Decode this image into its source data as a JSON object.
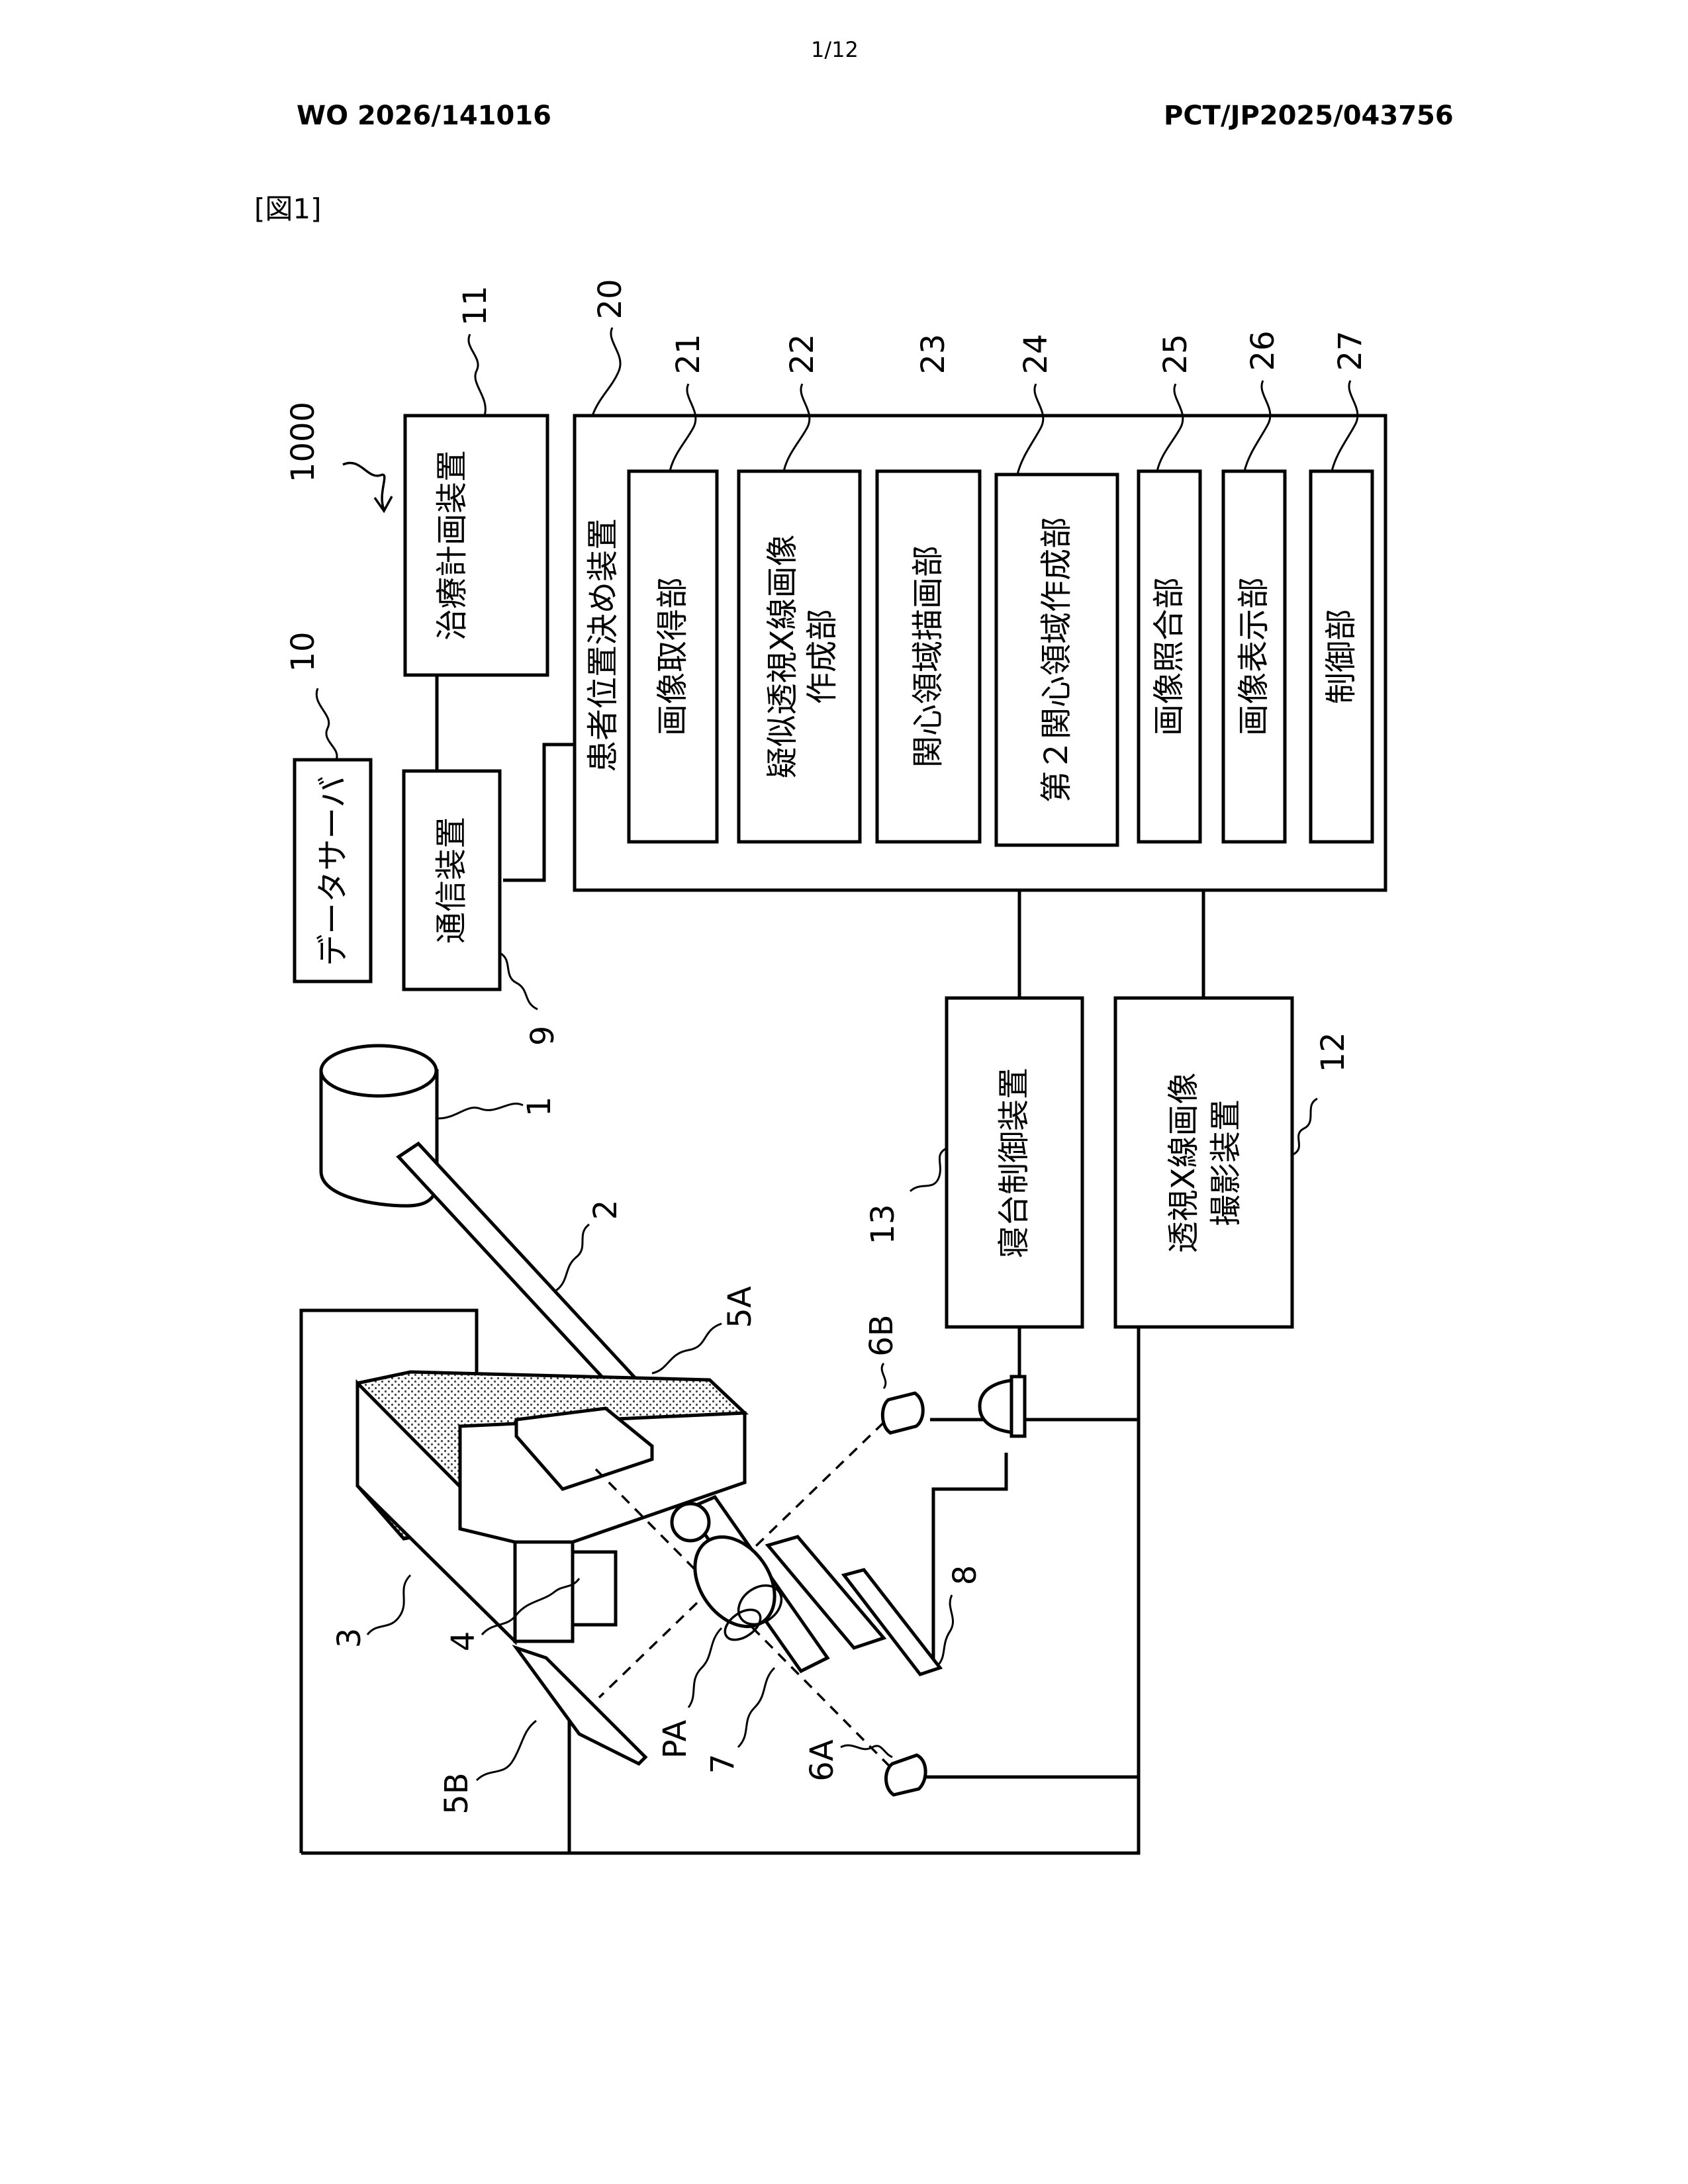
{
  "header": {
    "page_number": "1/12",
    "publication_number": "WO 2026/141016",
    "application_number": "PCT/JP2025/043756",
    "figure_label": "[図1]"
  },
  "blocks": {
    "data_server": "データサーバ",
    "comm_device": "通信装置",
    "treatment_planning": "治療計画装置",
    "positioning_device": "患者位置決め装置",
    "image_acquisition": "画像取得部",
    "pseudo_xray_line1": "疑似透視X線画像",
    "pseudo_xray_line2": "作成部",
    "roi_drawing": "関心領域描画部",
    "second_roi": "第２関心領域作成部",
    "image_matching": "画像照合部",
    "image_display": "画像表示部",
    "control_unit": "制御部",
    "couch_control": "寝台制御装置",
    "xray_imaging_line1": "透視X線画像",
    "xray_imaging_line2": "撮影装置"
  },
  "refs": {
    "system": "1000",
    "data_server": "10",
    "treatment_planning": "11",
    "positioning_device": "20",
    "image_acquisition": "21",
    "pseudo_xray": "22",
    "roi_drawing": "23",
    "second_roi": "24",
    "image_matching": "25",
    "image_display": "26",
    "control_unit": "27",
    "comm_device": "9",
    "accelerator": "1",
    "beam_transport": "2",
    "gantry": "3",
    "irradiation_head": "4",
    "xray_tube_5a": "5A",
    "detector_5b": "5B",
    "xray_source_6a": "6A",
    "xray_source_6b": "6B",
    "patient": "PA",
    "couch_top": "7",
    "couch_drive": "8",
    "imaging_device": "12",
    "couch_control": "13"
  }
}
